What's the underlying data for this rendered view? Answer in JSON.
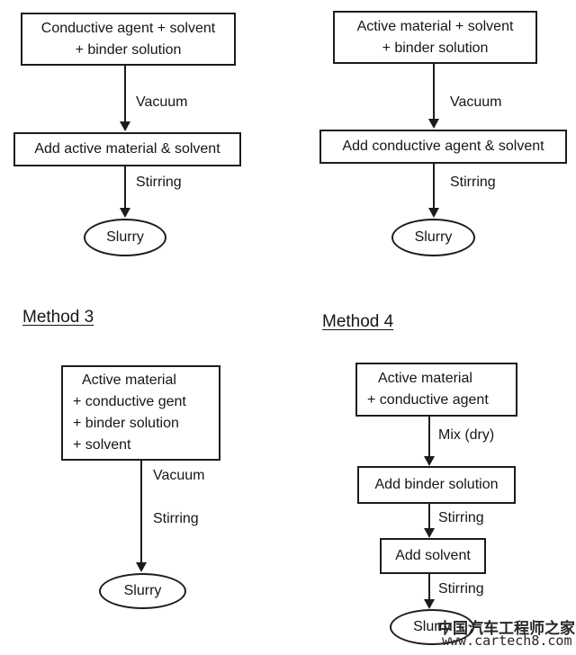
{
  "method1": {
    "box1_lines": [
      "Conductive agent + solvent",
      "+ binder solution"
    ],
    "arrow1_label": "Vacuum",
    "box2": "Add active material & solvent",
    "arrow2_label": "Stirring",
    "terminal": "Slurry"
  },
  "method2": {
    "box1_lines": [
      "Active material + solvent",
      "+ binder solution"
    ],
    "arrow1_label": "Vacuum",
    "box2": "Add conductive agent & solvent",
    "arrow2_label": "Stirring",
    "terminal": "Slurry"
  },
  "method3": {
    "label": "Method 3",
    "box1_lines": [
      "Active material",
      "+ conductive gent",
      "+ binder solution",
      "+ solvent"
    ],
    "arrow_label_1": "Vacuum",
    "arrow_label_2": "Stirring",
    "terminal": "Slurry"
  },
  "method4": {
    "label": "Method 4",
    "box1_lines": [
      "Active material",
      "+ conductive agent"
    ],
    "arrow1_label": "Mix (dry)",
    "box2": "Add binder solution",
    "arrow2_label": "Stirring",
    "box3": "Add solvent",
    "arrow3_label": "Stirring",
    "terminal": "Slurry"
  },
  "watermark": {
    "cjk": "中国汽车工程师之家",
    "url": "www.cartech8.com"
  },
  "colors": {
    "stroke": "#1c1c1c",
    "background": "#ffffff",
    "watermark": "#262626"
  }
}
